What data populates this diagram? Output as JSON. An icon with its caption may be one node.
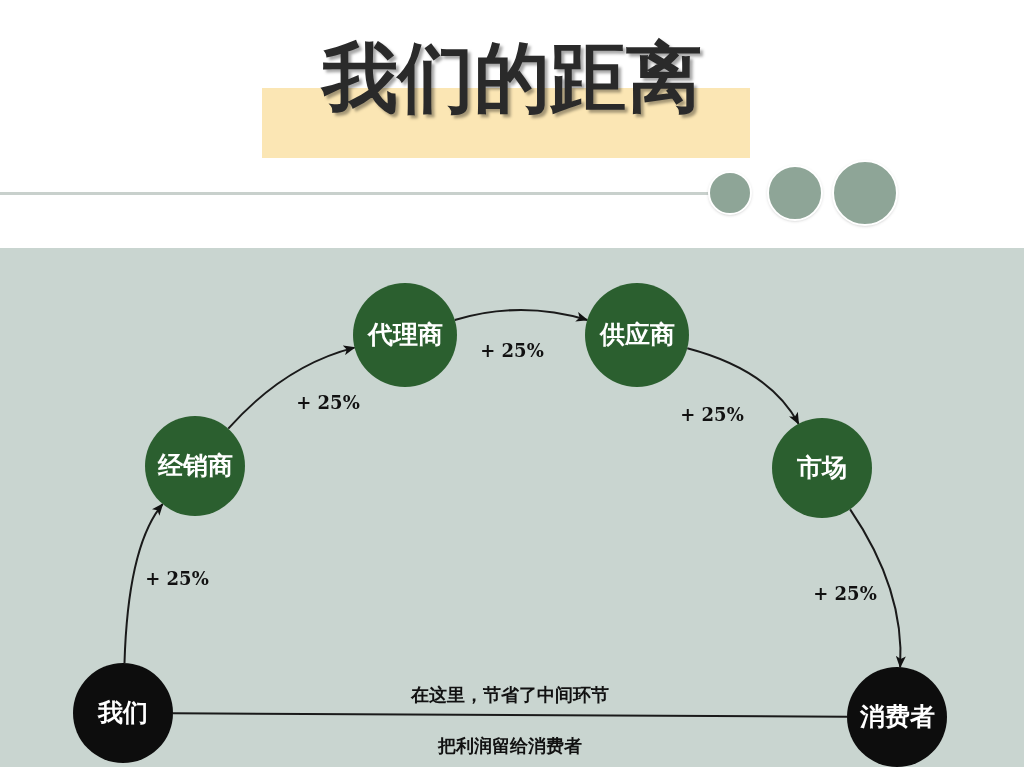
{
  "diagram": {
    "title": "我们的距离",
    "nodes": [
      {
        "text": [
          "我们"
        ]
      },
      {
        "text": [
          "经销商"
        ]
      },
      {
        "text": [
          "代理商"
        ]
      },
      {
        "text": [
          "供应商"
        ]
      },
      {
        "text": [
          "市场"
        ]
      },
      {
        "text": [
          "消费者"
        ]
      }
    ],
    "edges": [
      {
        "from": 0,
        "to": 1,
        "arrow": "to",
        "label": "+ 25%"
      },
      {
        "from": 1,
        "to": 2,
        "arrow": "to",
        "label": "+ 25%"
      },
      {
        "from": 2,
        "to": 3,
        "arrow": "to",
        "label": "+ 25%"
      },
      {
        "from": 3,
        "to": 4,
        "arrow": "to",
        "label": "+ 25%"
      },
      {
        "from": 4,
        "to": 5,
        "arrow": "to",
        "label": "+ 25%"
      },
      {
        "from": 0,
        "to": 5,
        "arrow": "none",
        "label": "在这里，节省了中间环节"
      }
    ],
    "labels": [
      "把利润留给消费者"
    ]
  }
}
